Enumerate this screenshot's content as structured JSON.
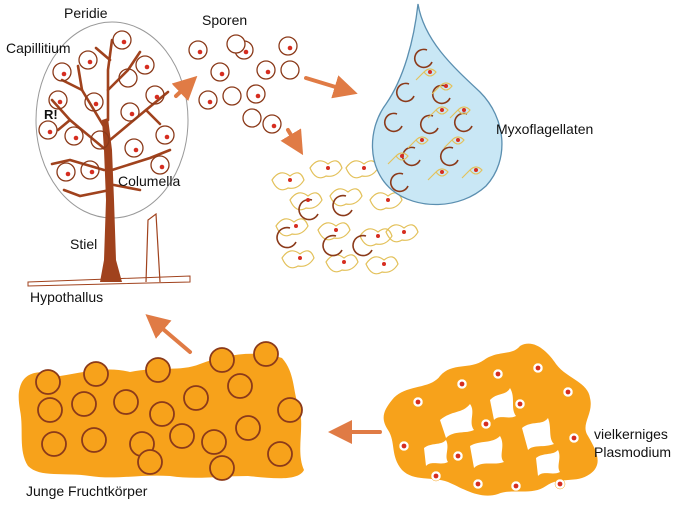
{
  "labels": {
    "peridie": "Peridie",
    "capillitium": "Capillitium",
    "r_mark": "R!",
    "columella": "Columella",
    "stiel": "Stiel",
    "hypothallus": "Hypothallus",
    "sporen": "Sporen",
    "myxoflagellaten": "Myxoflagellaten",
    "plasmodium_line1": "vielkerniges",
    "plasmodium_line2": "Plasmodium",
    "fruchtkoerper": "Junge Fruchtkörper"
  },
  "colors": {
    "stem": "#a0421d",
    "spore_ring": "#8b3a1a",
    "nucleus": "#d62d20",
    "arrow": "#e07b45",
    "orange_mass": "#f7a21b",
    "drop_fill": "#c9e7f5",
    "drop_stroke": "#5b8fb0",
    "amoeba": "#e3c15a"
  }
}
